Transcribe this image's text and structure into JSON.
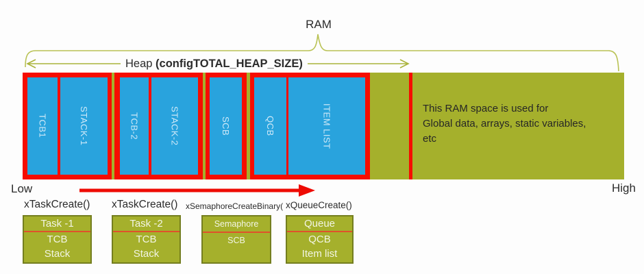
{
  "colors": {
    "olive_fill": "#a5b02c",
    "block_blue": "#29a3dd",
    "border_red": "#f60d00",
    "annotation_olive": "#b9c254",
    "box_border_green": "#747e1f",
    "box_divider_orange": "#e0512b"
  },
  "annotations": {
    "ram_label": "RAM",
    "heap_label_regular": "Heap ",
    "heap_label_bold": "(configTOTAL_HEAP_SIZE)",
    "low_label": "Low",
    "high_label": "High"
  },
  "memory_bar": {
    "groups": [
      {
        "blocks": [
          "TCB1",
          "STACK-1"
        ]
      },
      {
        "blocks": [
          "TCB-2",
          "STACK-2"
        ]
      },
      {
        "blocks": [
          "SCB"
        ]
      },
      {
        "blocks": [
          "QCB",
          "ITEM LIST"
        ]
      }
    ],
    "static_region_lines": [
      "This RAM space is used for",
      "Global data, arrays, static variables,",
      "etc"
    ]
  },
  "creators": [
    {
      "api": "xTaskCreate()",
      "title": "Task -1",
      "rows": [
        "TCB",
        "Stack"
      ]
    },
    {
      "api": "xTaskCreate()",
      "title": "Task -2",
      "rows": [
        "TCB",
        "Stack"
      ]
    },
    {
      "api": "xSemaphoreCreateBinary(",
      "title": "Semaphore",
      "rows": [
        "SCB"
      ]
    },
    {
      "api": "xQueueCreate()",
      "title": "Queue",
      "rows": [
        "QCB",
        "Item list"
      ]
    }
  ]
}
